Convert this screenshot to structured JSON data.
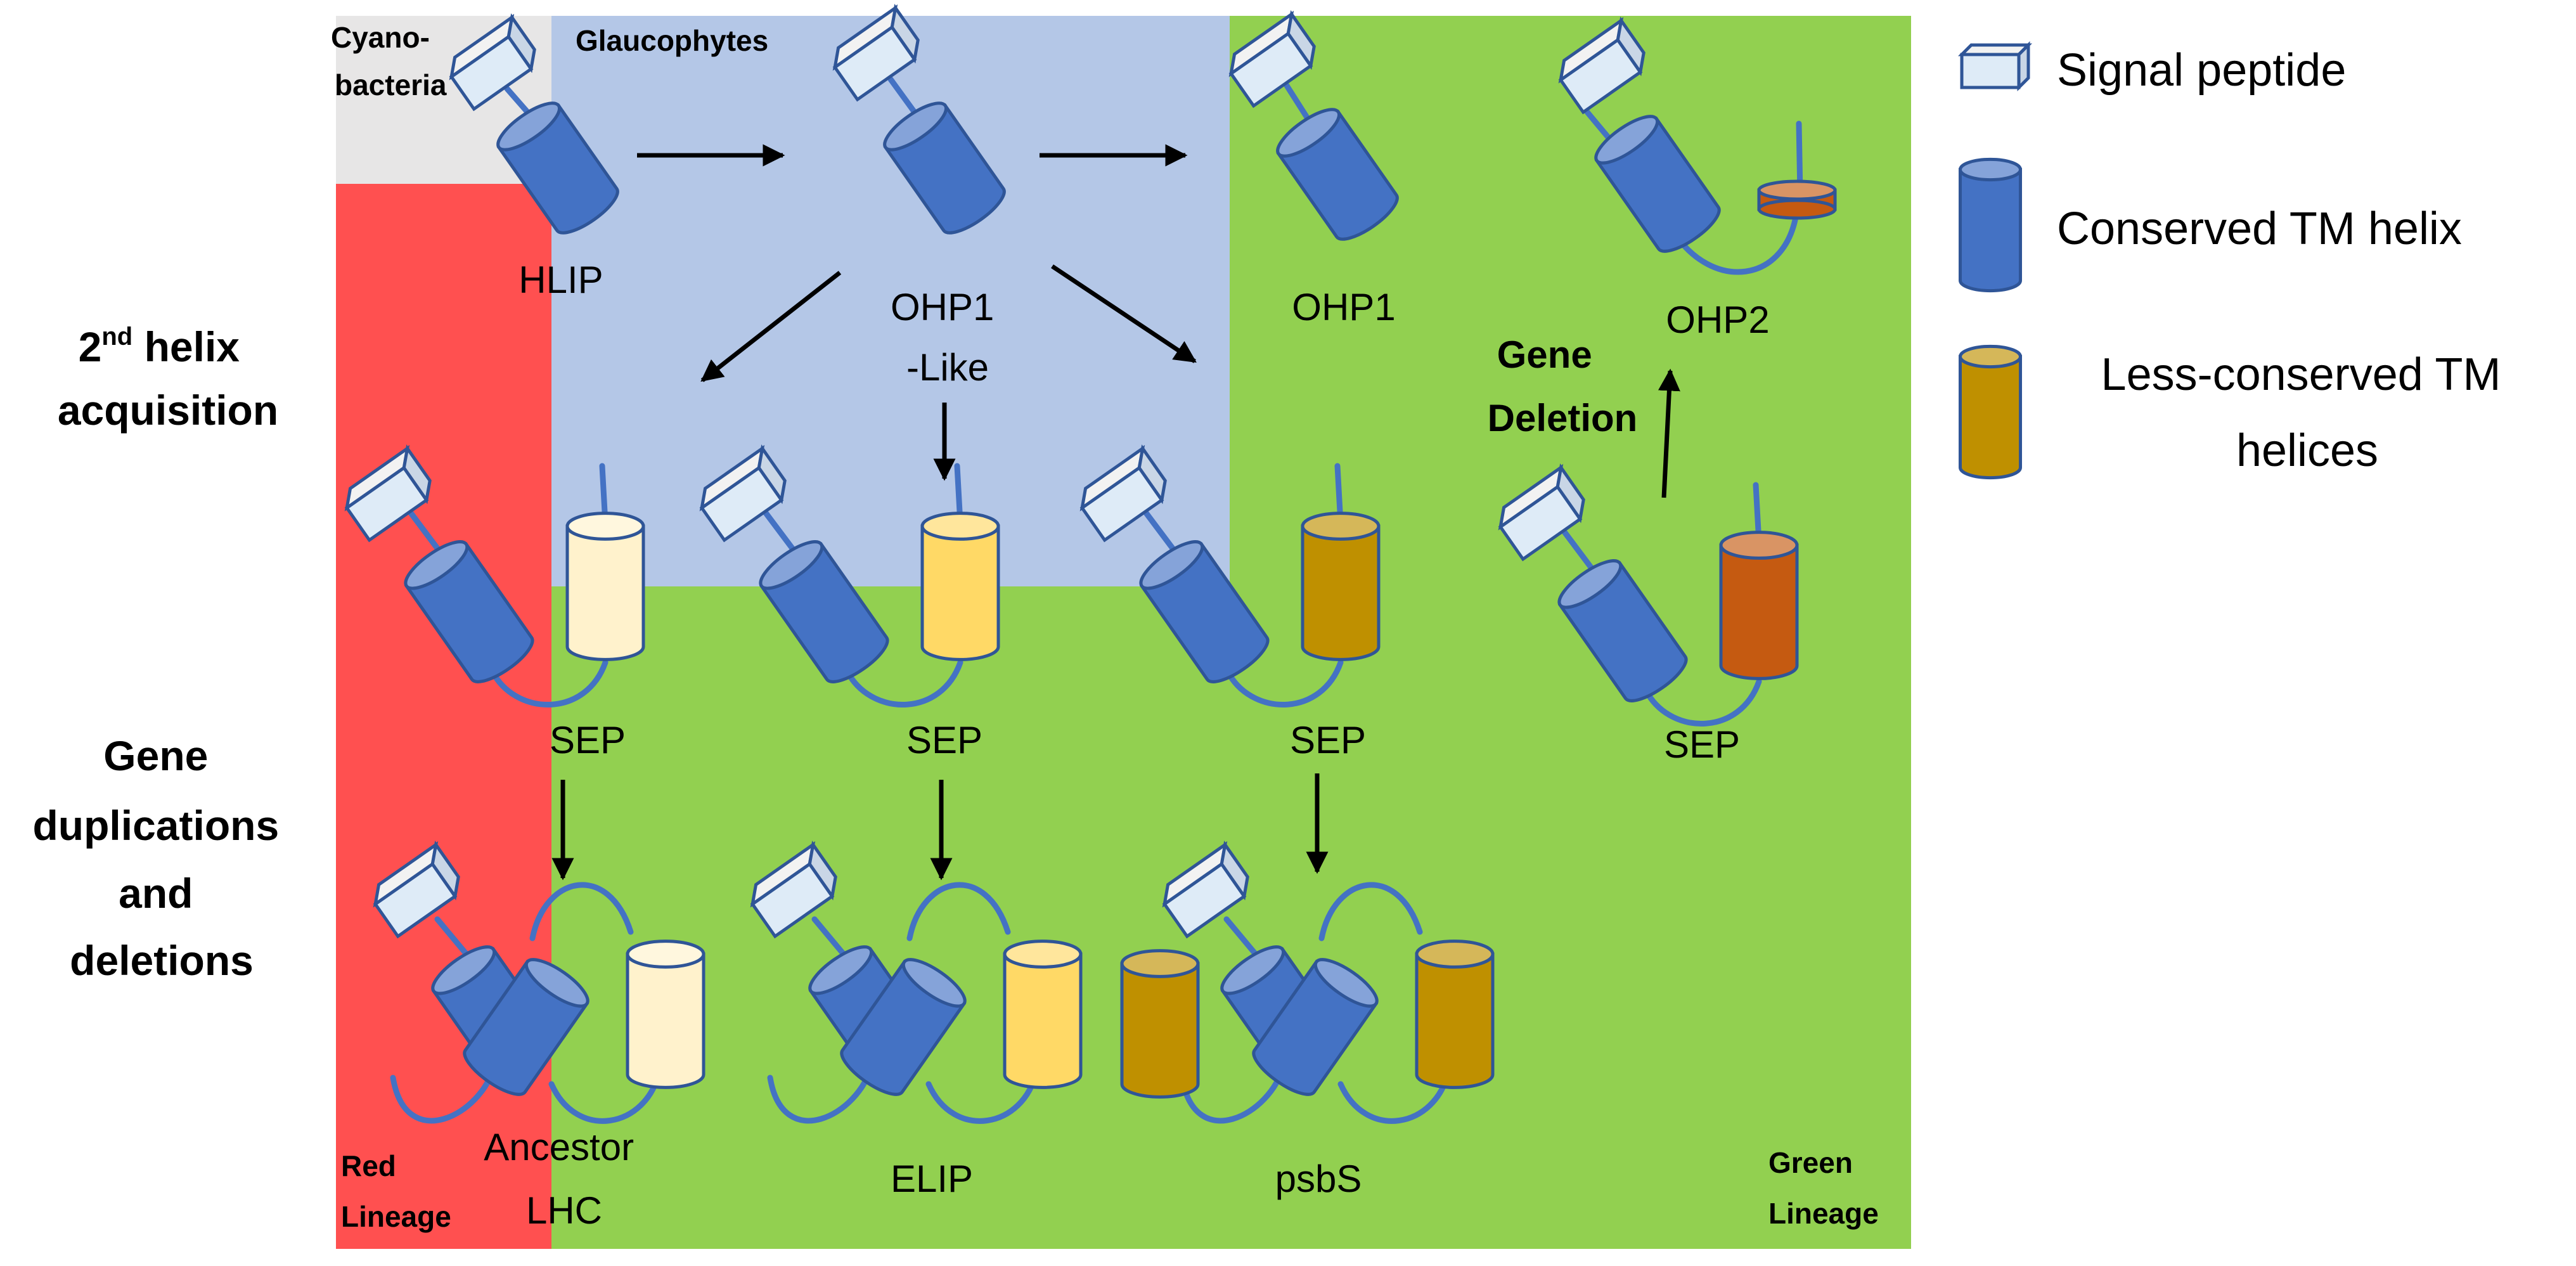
{
  "colors": {
    "red_region": "#FF5050",
    "blue_region": "#B4C7E7",
    "green_region": "#92D050",
    "gray_region": "#E7E6E6",
    "conserved_helix": "#4472C4",
    "helix_outline": "#2F5597",
    "signal_peptide": "#DEEBF7",
    "pale_helix": "#FFF2CC",
    "yellow_helix": "#FFD966",
    "olive_helix": "#BF9000",
    "orange_helix": "#C55A11"
  },
  "regions": {
    "cyanobacteria": "Cyano-\nbacteria",
    "glaucophytes": "Glaucophytes",
    "red_lineage": "Red\nLineage",
    "green_lineage": "Green\nLineage"
  },
  "row_labels": {
    "helix_acquisition_prefix": "2",
    "helix_acquisition_sup": "nd",
    "helix_acquisition_rest": " helix",
    "helix_acquisition_line2": "acquisition",
    "gene_events": "Gene\nduplications\nand\ndeletions"
  },
  "proteins": {
    "hlip": "HLIP",
    "ohp1_like": "OHP1\n-Like",
    "ohp1": "OHP1",
    "ohp2": "OHP2",
    "sep": "SEP",
    "ancestor_lhc": "Ancestor\nLHC",
    "elip": "ELIP",
    "psbs": "psbS"
  },
  "annotations": {
    "gene_deletion": "Gene\nDeletion"
  },
  "legend": {
    "signal_peptide": "Signal peptide",
    "conserved_tm_helix": "Conserved TM helix",
    "less_conserved_tm_helices": "Less-conserved TM\nhelices"
  }
}
